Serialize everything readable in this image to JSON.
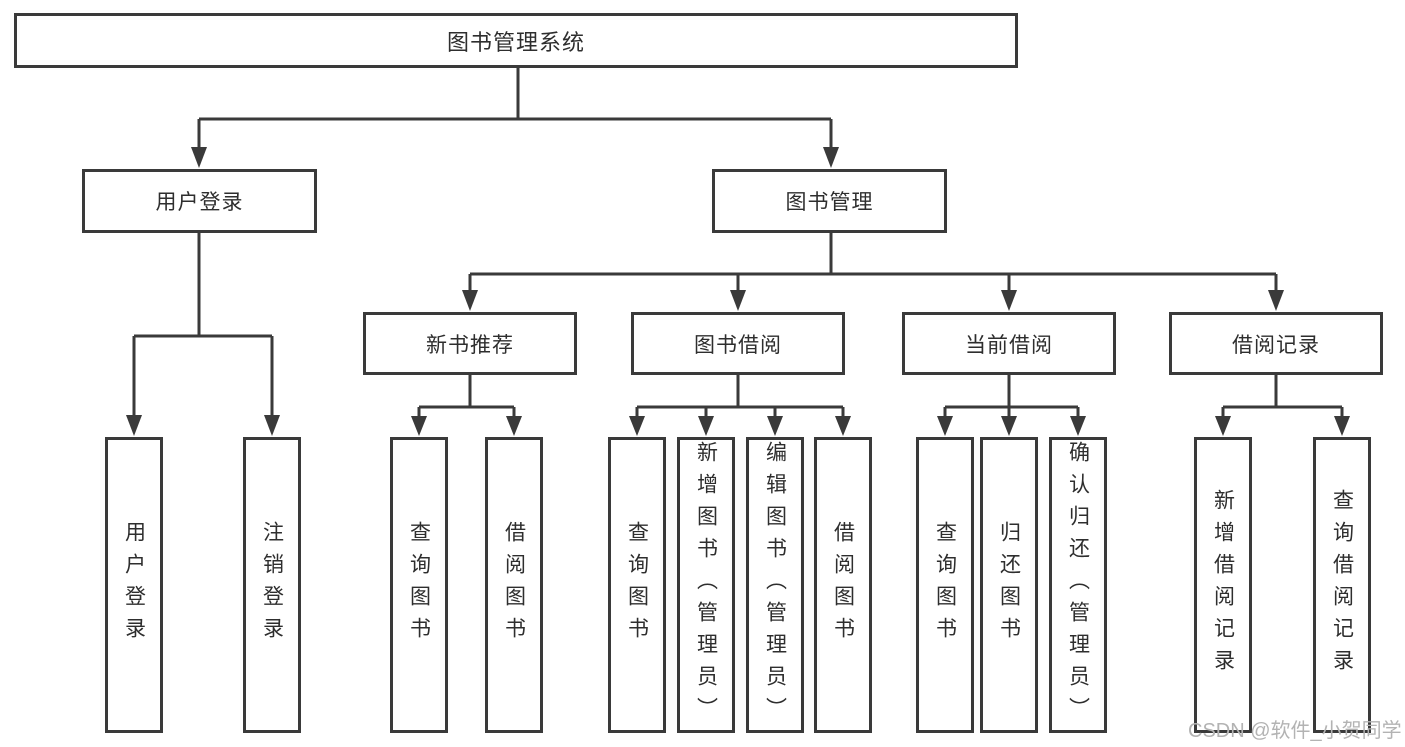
{
  "diagram": {
    "title": "图书管理系统",
    "colors": {
      "line": "#3a3a3a",
      "text": "#2e2e2e",
      "background": "#ffffff",
      "watermark": "#b3b3b3"
    },
    "tree": {
      "root": "图书管理系统",
      "l2": [
        "用户登录",
        "图书管理"
      ],
      "l3": [
        "新书推荐",
        "图书借阅",
        "当前借阅",
        "借阅记录"
      ],
      "leaves": {
        "login": [
          "用户登录",
          "注销登录"
        ],
        "newbook": [
          "查询图书",
          "借阅图书"
        ],
        "borrow": [
          "查询图书",
          "新增图书（管理员）",
          "编辑图书（管理员）",
          "借阅图书"
        ],
        "current": [
          "查询图书",
          "归还图书",
          "确认归还（管理员）"
        ],
        "records": [
          "新增借阅记录",
          "查询借阅记录"
        ]
      }
    },
    "watermark": "CSDN @软件_小贺同学"
  }
}
